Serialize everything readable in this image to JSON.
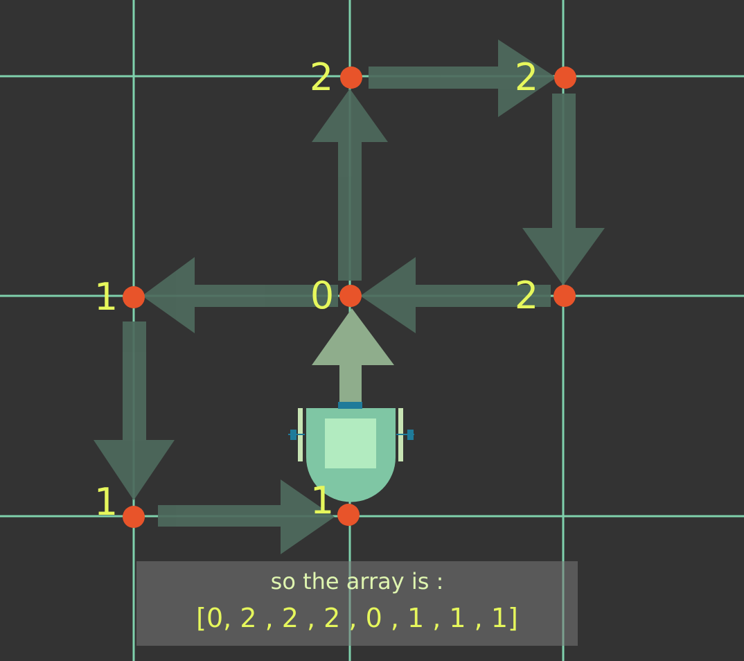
{
  "colors": {
    "background": "#333333",
    "grid": "#7fd1ac",
    "node": "#e8542a",
    "label": "#e6f75c",
    "path_arrow": "#4e6a5d",
    "robot_arrow": "#8fad8c",
    "robot_body": "#7fc6a4",
    "robot_screen": "#b2ebc0",
    "robot_accent": "#1f7b9a",
    "caption_text": "#dff5b0"
  },
  "nodes": [
    {
      "id": "top-middle",
      "label": "2"
    },
    {
      "id": "top-right",
      "label": "2"
    },
    {
      "id": "middle-left",
      "label": "1"
    },
    {
      "id": "center",
      "label": "0"
    },
    {
      "id": "middle-right",
      "label": "2"
    },
    {
      "id": "bottom-left",
      "label": "1"
    },
    {
      "id": "bottom-middle",
      "label": "1"
    }
  ],
  "path": [
    "center",
    "top-middle",
    "top-right",
    "middle-right",
    "center",
    "middle-left",
    "bottom-left",
    "bottom-middle"
  ],
  "robot": {
    "node": "bottom-middle",
    "facing": "up"
  },
  "caption": {
    "line1": "so the array is :",
    "line2": "[0, 2 , 2 , 2 , 0 , 1  , 1  , 1]"
  }
}
